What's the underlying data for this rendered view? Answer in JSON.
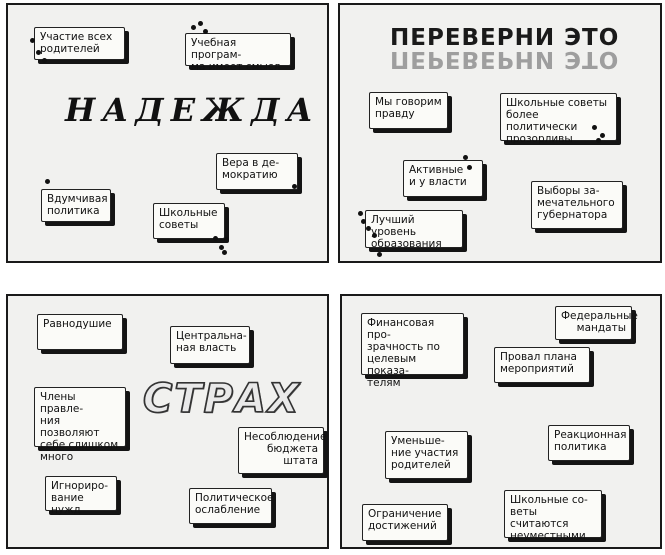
{
  "panels": {
    "hope": {
      "title": "НАДЕЖДА",
      "cards": [
        {
          "id": "parents",
          "text": "Участие всех\nродителей"
        },
        {
          "id": "program",
          "text": "Учебная програм-\nма имеет смысл"
        },
        {
          "id": "faith",
          "text": "Вера в де-\nмократию"
        },
        {
          "id": "thoughtful",
          "text": "Вдумчивая\nполитика"
        },
        {
          "id": "councils",
          "text": "Школьные\nсоветы"
        }
      ]
    },
    "flip": {
      "title": "ПЕРЕВЕРНИ ЭТО",
      "cards": [
        {
          "id": "truth",
          "text": "Мы говорим\nправду"
        },
        {
          "id": "wise",
          "text": "Школьные советы\nболее политически\nпрозорливы"
        },
        {
          "id": "active",
          "text": "Активные\nи у власти"
        },
        {
          "id": "elections",
          "text": "Выборы за-\nмечательного\nгубернатора"
        },
        {
          "id": "education",
          "text": "Лучший уровень\nобразования"
        }
      ]
    },
    "fear": {
      "title": "СТРАХ",
      "cards": [
        {
          "id": "apathy",
          "text": "Равнодушие"
        },
        {
          "id": "central",
          "text": "Центральна-\nная власть"
        },
        {
          "id": "board",
          "text": "Члены правле-\nния позволяют\nсебе слишком\nмного"
        },
        {
          "id": "noncompliance",
          "text": "Несоблюдение\nбюджета\nштата"
        },
        {
          "id": "ignoring",
          "text": "Игнориро-\nвание нужд"
        },
        {
          "id": "weakening",
          "text": "Политическое\nослабление"
        }
      ]
    },
    "threats": {
      "cards": [
        {
          "id": "transparency",
          "text": "Финансовая про-\nзрачность по\nцелевым показа-\nтелям"
        },
        {
          "id": "mandates",
          "text": "Федеральные\nмандаты"
        },
        {
          "id": "plan",
          "text": "Провал плана\nмероприятий"
        },
        {
          "id": "reduction",
          "text": "Уменьше-\nние участия\nродителей"
        },
        {
          "id": "reactionary",
          "text": "Реакционная\nполитика"
        },
        {
          "id": "limit",
          "text": "Ограничение\nдостижений"
        },
        {
          "id": "inappropriate",
          "text": "Школьные со-\nветы считаются\nнеуместными"
        }
      ]
    }
  }
}
